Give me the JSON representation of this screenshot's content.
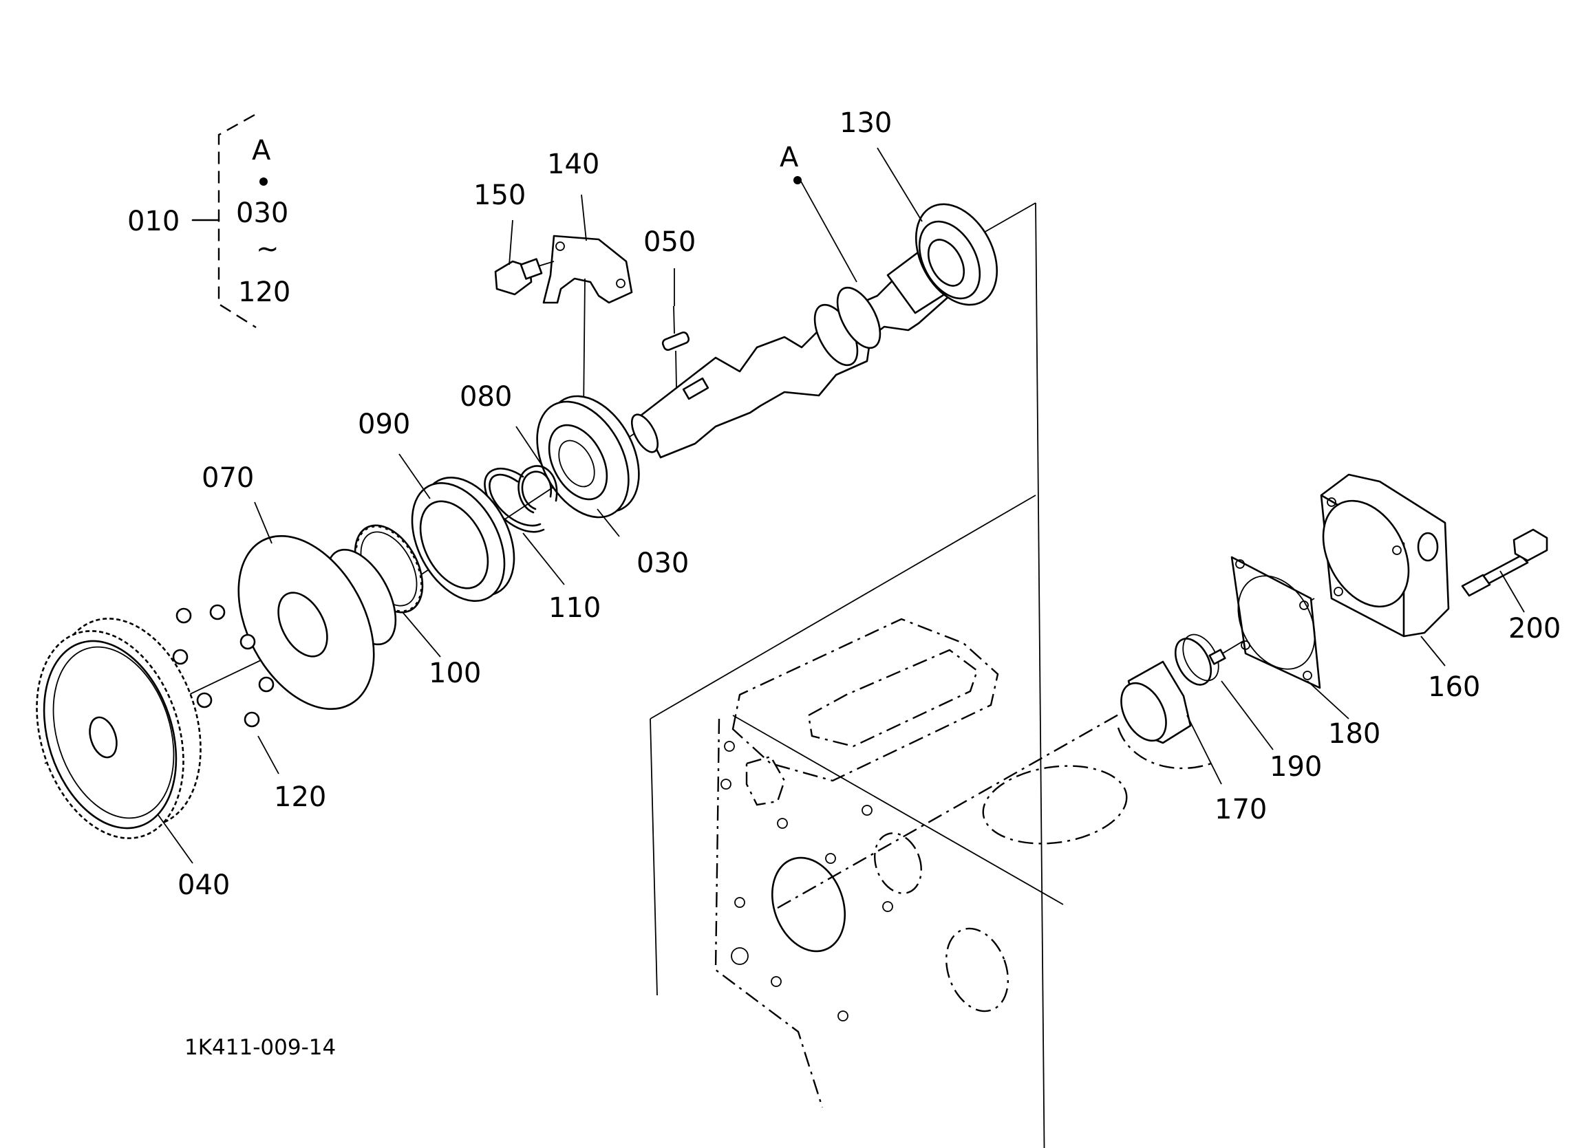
{
  "assembly": {
    "label": "010",
    "ref_letter": "A",
    "range_start": "030",
    "range_symbol": "~",
    "range_end": "120"
  },
  "shaft_ref": "A",
  "parts": [
    {
      "id": "p130",
      "label": "130"
    },
    {
      "id": "p140",
      "label": "140"
    },
    {
      "id": "p150",
      "label": "150"
    },
    {
      "id": "p050",
      "label": "050"
    },
    {
      "id": "p080",
      "label": "080"
    },
    {
      "id": "p090",
      "label": "090"
    },
    {
      "id": "p070",
      "label": "070"
    },
    {
      "id": "p030",
      "label": "030"
    },
    {
      "id": "p110",
      "label": "110"
    },
    {
      "id": "p100",
      "label": "100"
    },
    {
      "id": "p120",
      "label": "120"
    },
    {
      "id": "p040",
      "label": "040"
    },
    {
      "id": "p200",
      "label": "200"
    },
    {
      "id": "p160",
      "label": "160"
    },
    {
      "id": "p180",
      "label": "180"
    },
    {
      "id": "p190",
      "label": "190"
    },
    {
      "id": "p170",
      "label": "170"
    }
  ],
  "drawing_code": "1K411-009-14"
}
